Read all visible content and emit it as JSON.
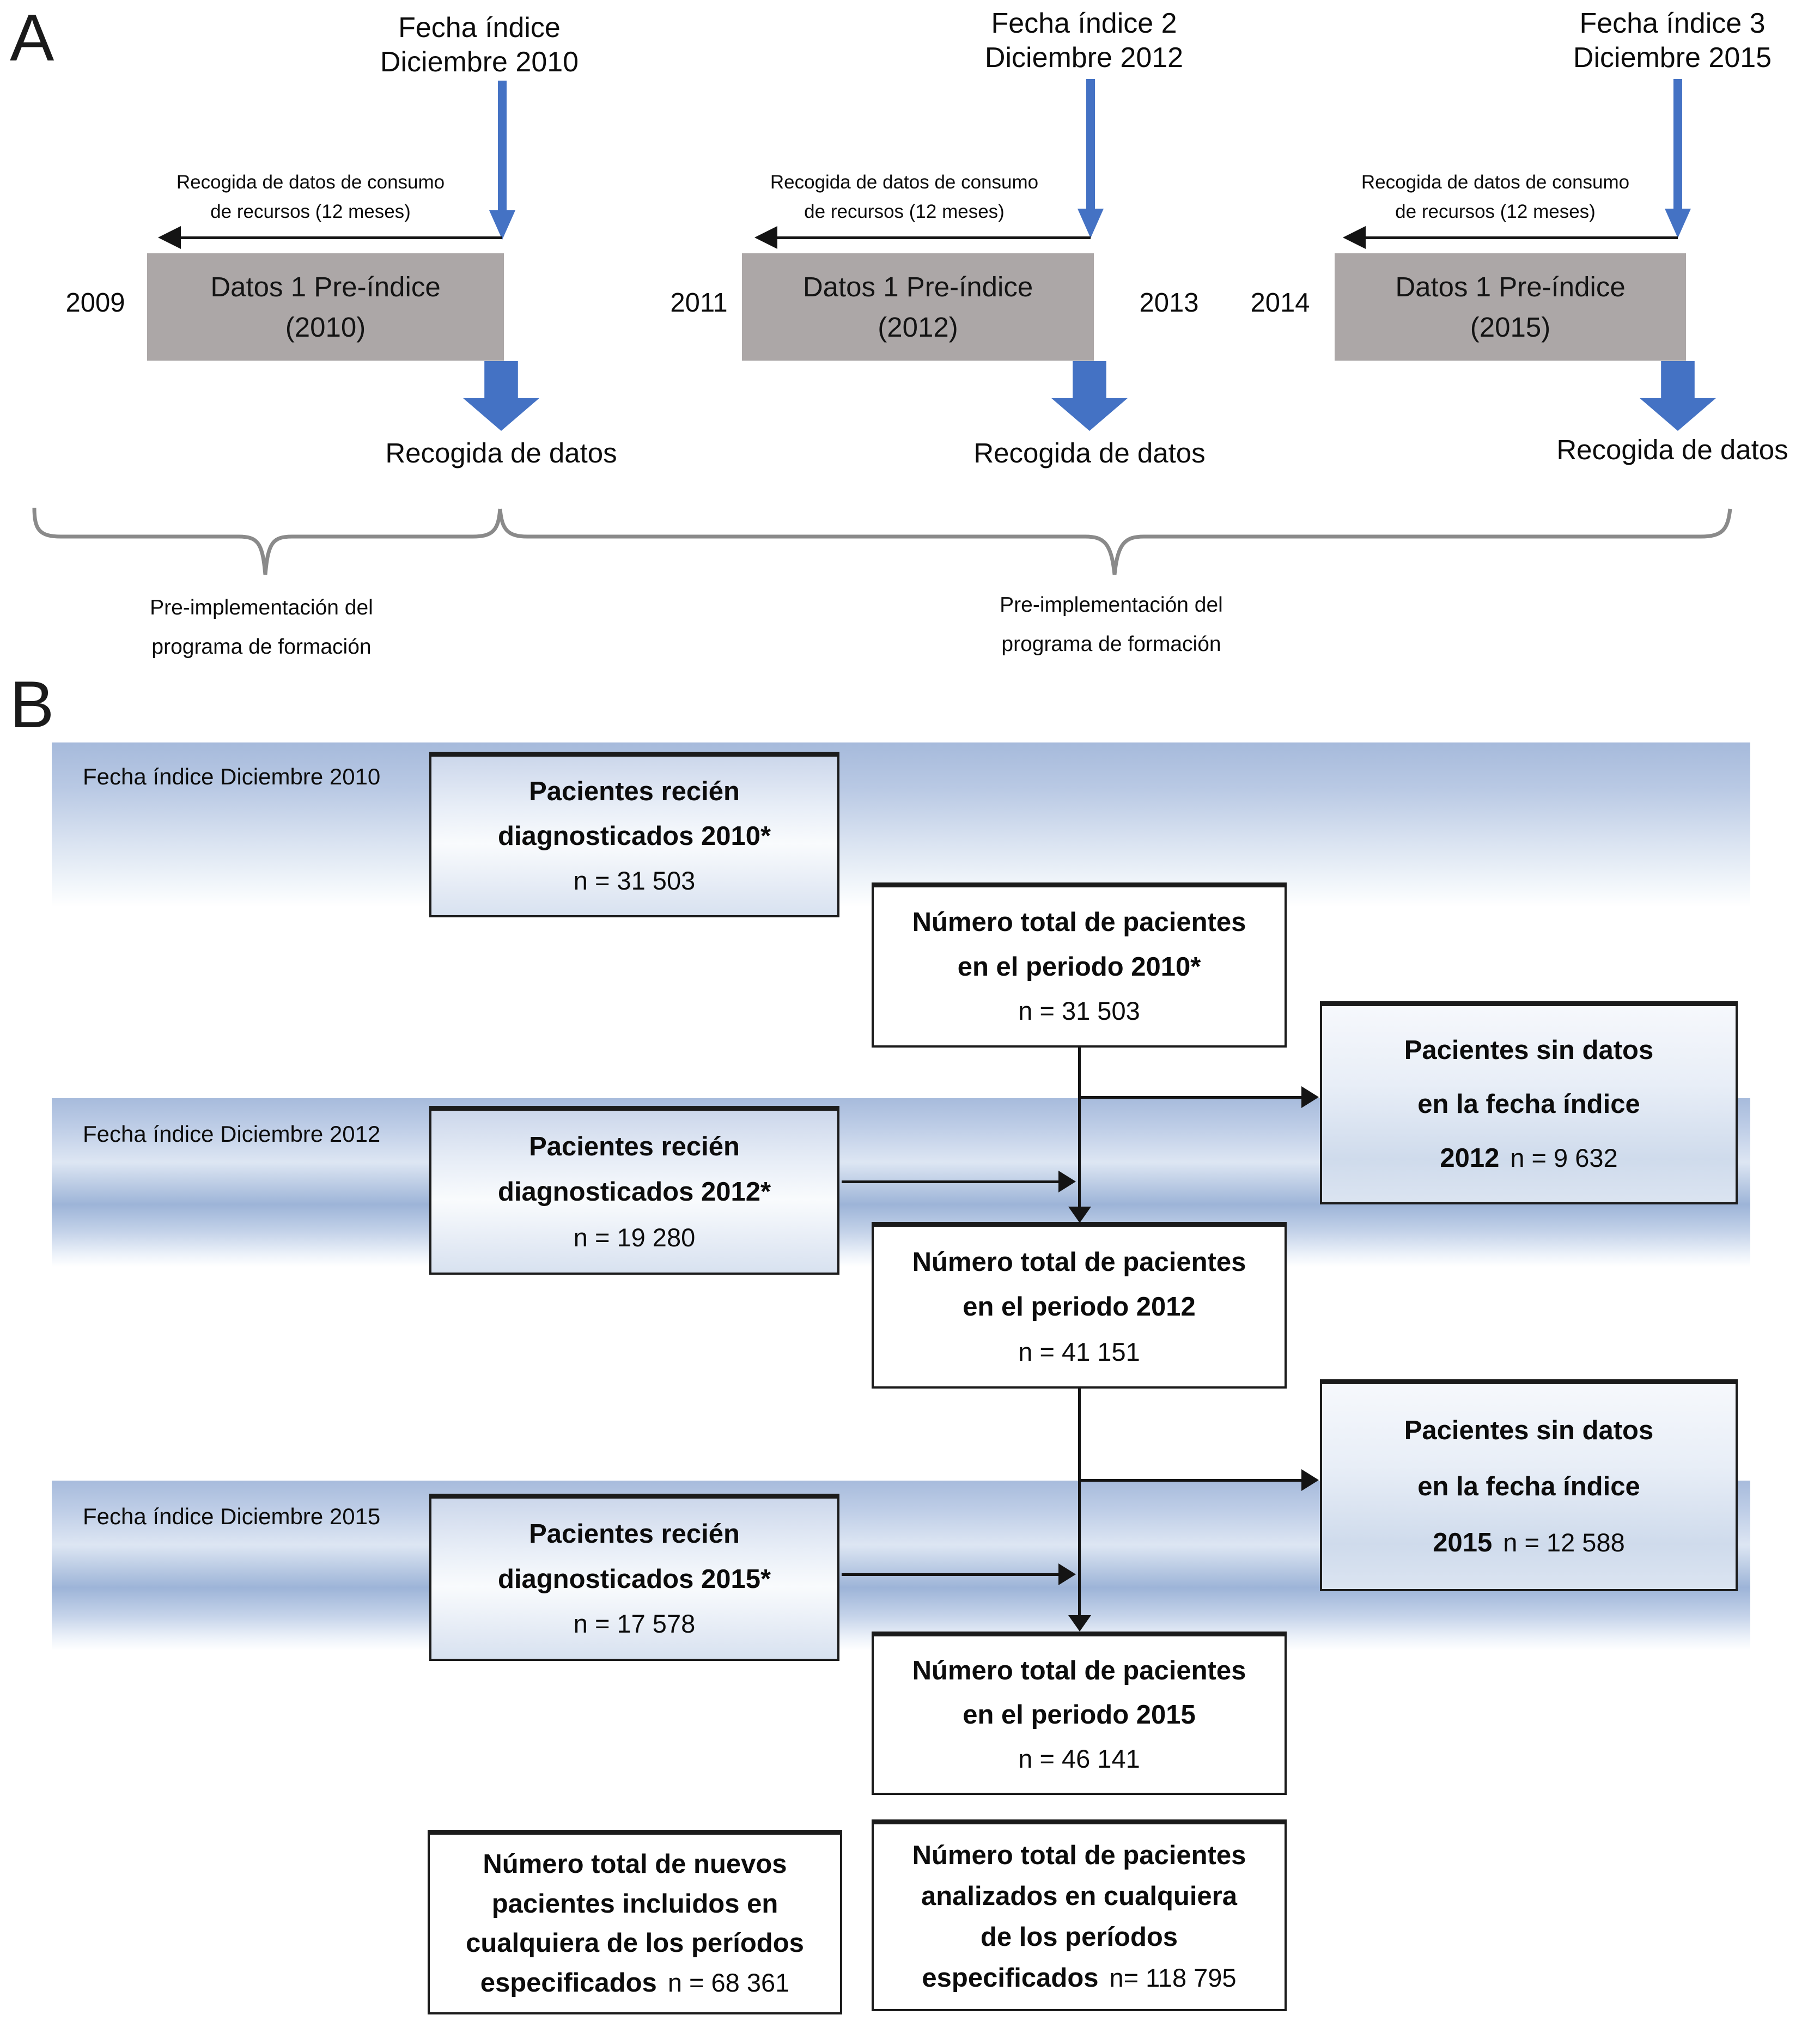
{
  "colors": {
    "arrow_blue": "#4472c4",
    "gray_box": "#aca7a7",
    "band_blue": "#a7bbdc",
    "line_black": "#141414",
    "brace_gray": "#8a8a8a"
  },
  "panel_a": {
    "label": "A",
    "groups": [
      {
        "title_line1": "Fecha índice",
        "title_line2": "Diciembre 2010",
        "collect_line1": "Recogida de datos de consumo",
        "collect_line2": "de recursos (12 meses)",
        "box_line1": "Datos 1 Pre-índice",
        "box_line2": "(2010)",
        "year_left": "2009",
        "recogida": "Recogida de datos"
      },
      {
        "title_line1": "Fecha índice 2",
        "title_line2": "Diciembre 2012",
        "collect_line1": "Recogida de datos de consumo",
        "collect_line2": "de recursos (12 meses)",
        "box_line1": "Datos 1 Pre-índice",
        "box_line2": "(2012)",
        "year_left": "2011",
        "year_right": "2013",
        "recogida": "Recogida de datos"
      },
      {
        "title_line1": "Fecha índice 3",
        "title_line2": "Diciembre 2015",
        "collect_line1": "Recogida de datos de consumo",
        "collect_line2": "de recursos (12 meses)",
        "box_line1": "Datos 1 Pre-índice",
        "box_line2": "(2015)",
        "year_left": "2014",
        "recogida": "Recogida de datos"
      }
    ],
    "pre_implementation": {
      "line1": "Pre-implementación del",
      "line2": "programa de formación"
    }
  },
  "panel_b": {
    "label": "B",
    "bands": [
      {
        "label": "Fecha índice Diciembre 2010"
      },
      {
        "label": "Fecha índice Diciembre 2012"
      },
      {
        "label": "Fecha índice Diciembre 2015"
      }
    ],
    "boxes": {
      "new2010": {
        "l1": "Pacientes recién",
        "l2": "diagnosticados 2010*",
        "l3": "n = 31 503"
      },
      "new2012": {
        "l1": "Pacientes recién",
        "l2": "diagnosticados 2012*",
        "l3": "n = 19 280"
      },
      "new2015": {
        "l1": "Pacientes recién",
        "l2": "diagnosticados 2015*",
        "l3": "n = 17 578"
      },
      "total2010": {
        "l1": "Número total de pacientes",
        "l2": "en el periodo 2010*",
        "l3": "n = 31 503"
      },
      "total2012": {
        "l1": "Número total de pacientes",
        "l2": "en el periodo 2012",
        "l3": "n = 41 151"
      },
      "total2015": {
        "l1": "Número total de pacientes",
        "l2": "en el periodo 2015",
        "l3": "n = 46 141"
      },
      "nodata2012": {
        "l1": "Pacientes sin datos",
        "l2": "en la fecha índice",
        "year": "2012",
        "n": "n = 9 632"
      },
      "nodata2015": {
        "l1": "Pacientes sin datos",
        "l2": "en la fecha índice",
        "year": "2015",
        "n": "n = 12 588"
      },
      "total_new": {
        "l1": "Número total de nuevos",
        "l2": "pacientes incluidos en",
        "l3": "cualquiera de los períodos",
        "bold": "especificados",
        "n": "n = 68 361"
      },
      "total_analyzed": {
        "l1": "Número total de pacientes",
        "l2": "analizados en cualquiera",
        "l3": "de los períodos",
        "bold": "especificados",
        "n": "n= 118 795"
      }
    }
  }
}
